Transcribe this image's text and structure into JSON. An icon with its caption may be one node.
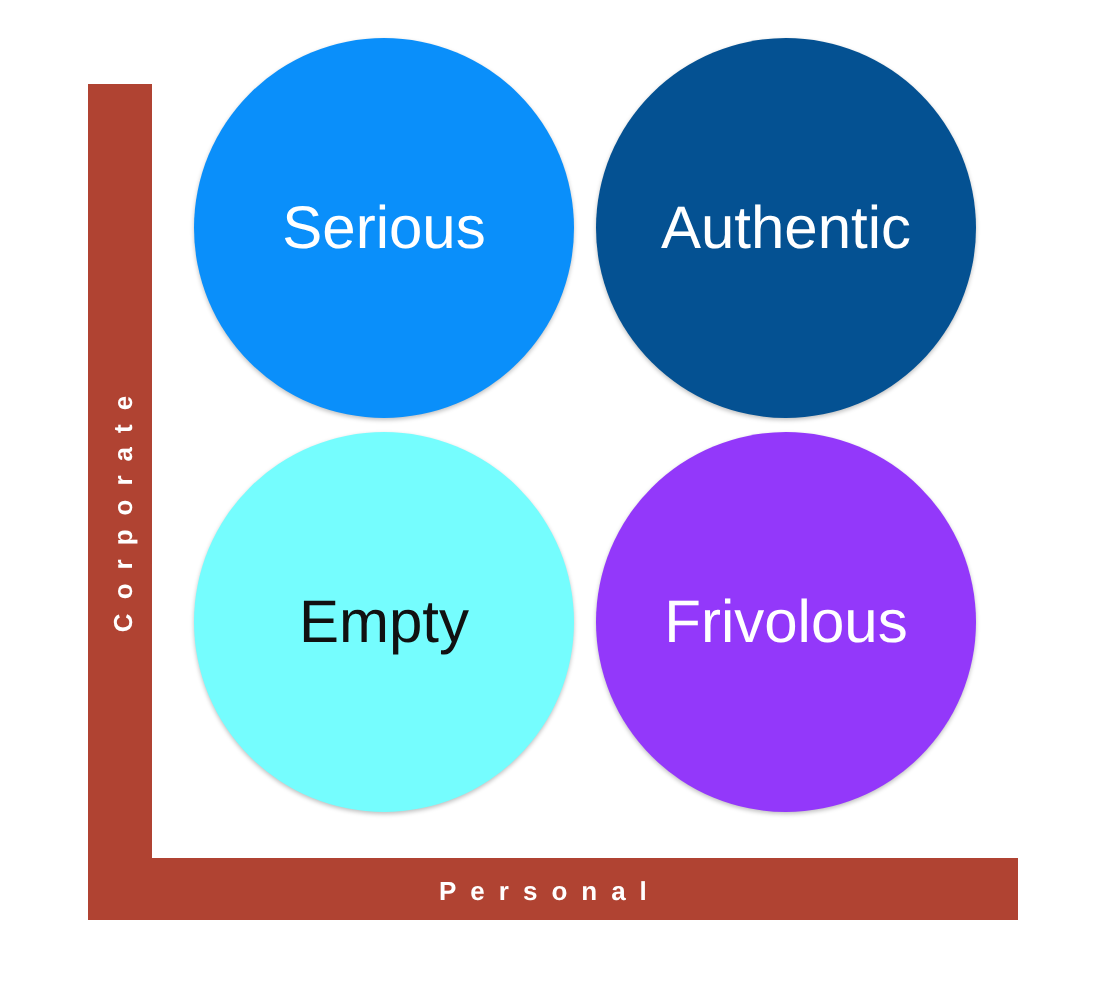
{
  "diagram": {
    "nodes": [
      {
        "text": [
          "Serious"
        ]
      },
      {
        "text": [
          "Authentic"
        ]
      },
      {
        "text": [
          "Empty"
        ]
      },
      {
        "text": [
          "Frivolous"
        ]
      }
    ],
    "labels": [
      "Corporate",
      "Personal"
    ]
  }
}
